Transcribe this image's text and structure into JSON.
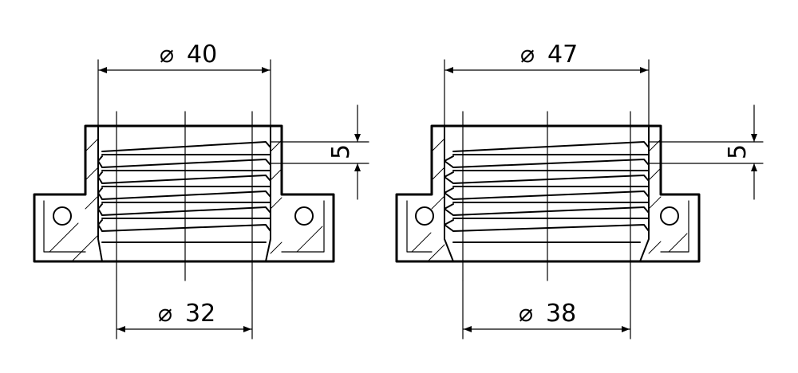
{
  "parts": [
    {
      "outer_diameter_label": "40",
      "inner_diameter_label": "32",
      "pitch_label": "5"
    },
    {
      "outer_diameter_label": "47",
      "inner_diameter_label": "38",
      "pitch_label": "5"
    }
  ],
  "symbols": {
    "diameter": "⌀"
  }
}
